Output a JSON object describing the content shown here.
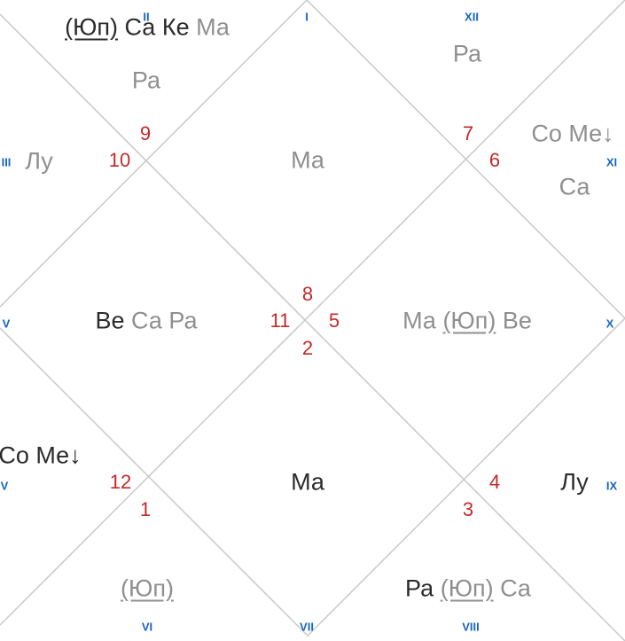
{
  "house_numbers": {
    "h9": "9",
    "h10": "10",
    "h7": "7",
    "h6": "6",
    "h8": "8",
    "h11": "11",
    "h5": "5",
    "h2": "2",
    "h12": "12",
    "h1": "1",
    "h4": "4",
    "h3": "3"
  },
  "roman_labels": {
    "top_left": "II",
    "top_center": "I",
    "top_right": "XII",
    "left_upper": "III",
    "right_upper": "XI",
    "left_middle": "V",
    "right_middle": "X",
    "left_lower": "V",
    "right_lower": "IX",
    "bottom_left": "VI",
    "bottom_center": "VII",
    "bottom_right": "VIII"
  },
  "houses": {
    "top_left_row1": [
      {
        "text": "(Юп)",
        "style": "dark-ul"
      },
      {
        "text": "Са",
        "style": "dark"
      },
      {
        "text": "Ке",
        "style": "dark"
      },
      {
        "text": "Ма",
        "style": "grey"
      }
    ],
    "top_left_row2": [
      {
        "text": "Ра",
        "style": "grey"
      }
    ],
    "top_right_row1": [
      {
        "text": "Ра",
        "style": "grey"
      }
    ],
    "top_center": [
      {
        "text": "Ма",
        "style": "grey"
      }
    ],
    "left_upper": [
      {
        "text": "Лу",
        "style": "grey"
      }
    ],
    "right_upper_row1": [
      {
        "text": "Со Ме↓",
        "style": "grey"
      }
    ],
    "right_upper_row2": [
      {
        "text": "Са",
        "style": "grey"
      }
    ],
    "left_center": [
      {
        "text": "Ве",
        "style": "dark"
      },
      {
        "text": "Са",
        "style": "grey"
      },
      {
        "text": "Ра",
        "style": "grey"
      }
    ],
    "right_center": [
      {
        "text": "Ма",
        "style": "grey"
      },
      {
        "text": "(Юп)",
        "style": "grey-ul"
      },
      {
        "text": "Ве",
        "style": "grey"
      }
    ],
    "left_lower": [
      {
        "text": "Со Ме↓",
        "style": "dark"
      }
    ],
    "bottom_center": [
      {
        "text": "Ма",
        "style": "dark"
      }
    ],
    "right_lower": [
      {
        "text": "Лу",
        "style": "dark"
      }
    ],
    "bottom_left": [
      {
        "text": "(Юп)",
        "style": "grey-ul"
      }
    ],
    "bottom_right": [
      {
        "text": "Ра",
        "style": "dark"
      },
      {
        "text": "(Юп)",
        "style": "grey-ul"
      },
      {
        "text": "Са",
        "style": "grey"
      }
    ]
  }
}
